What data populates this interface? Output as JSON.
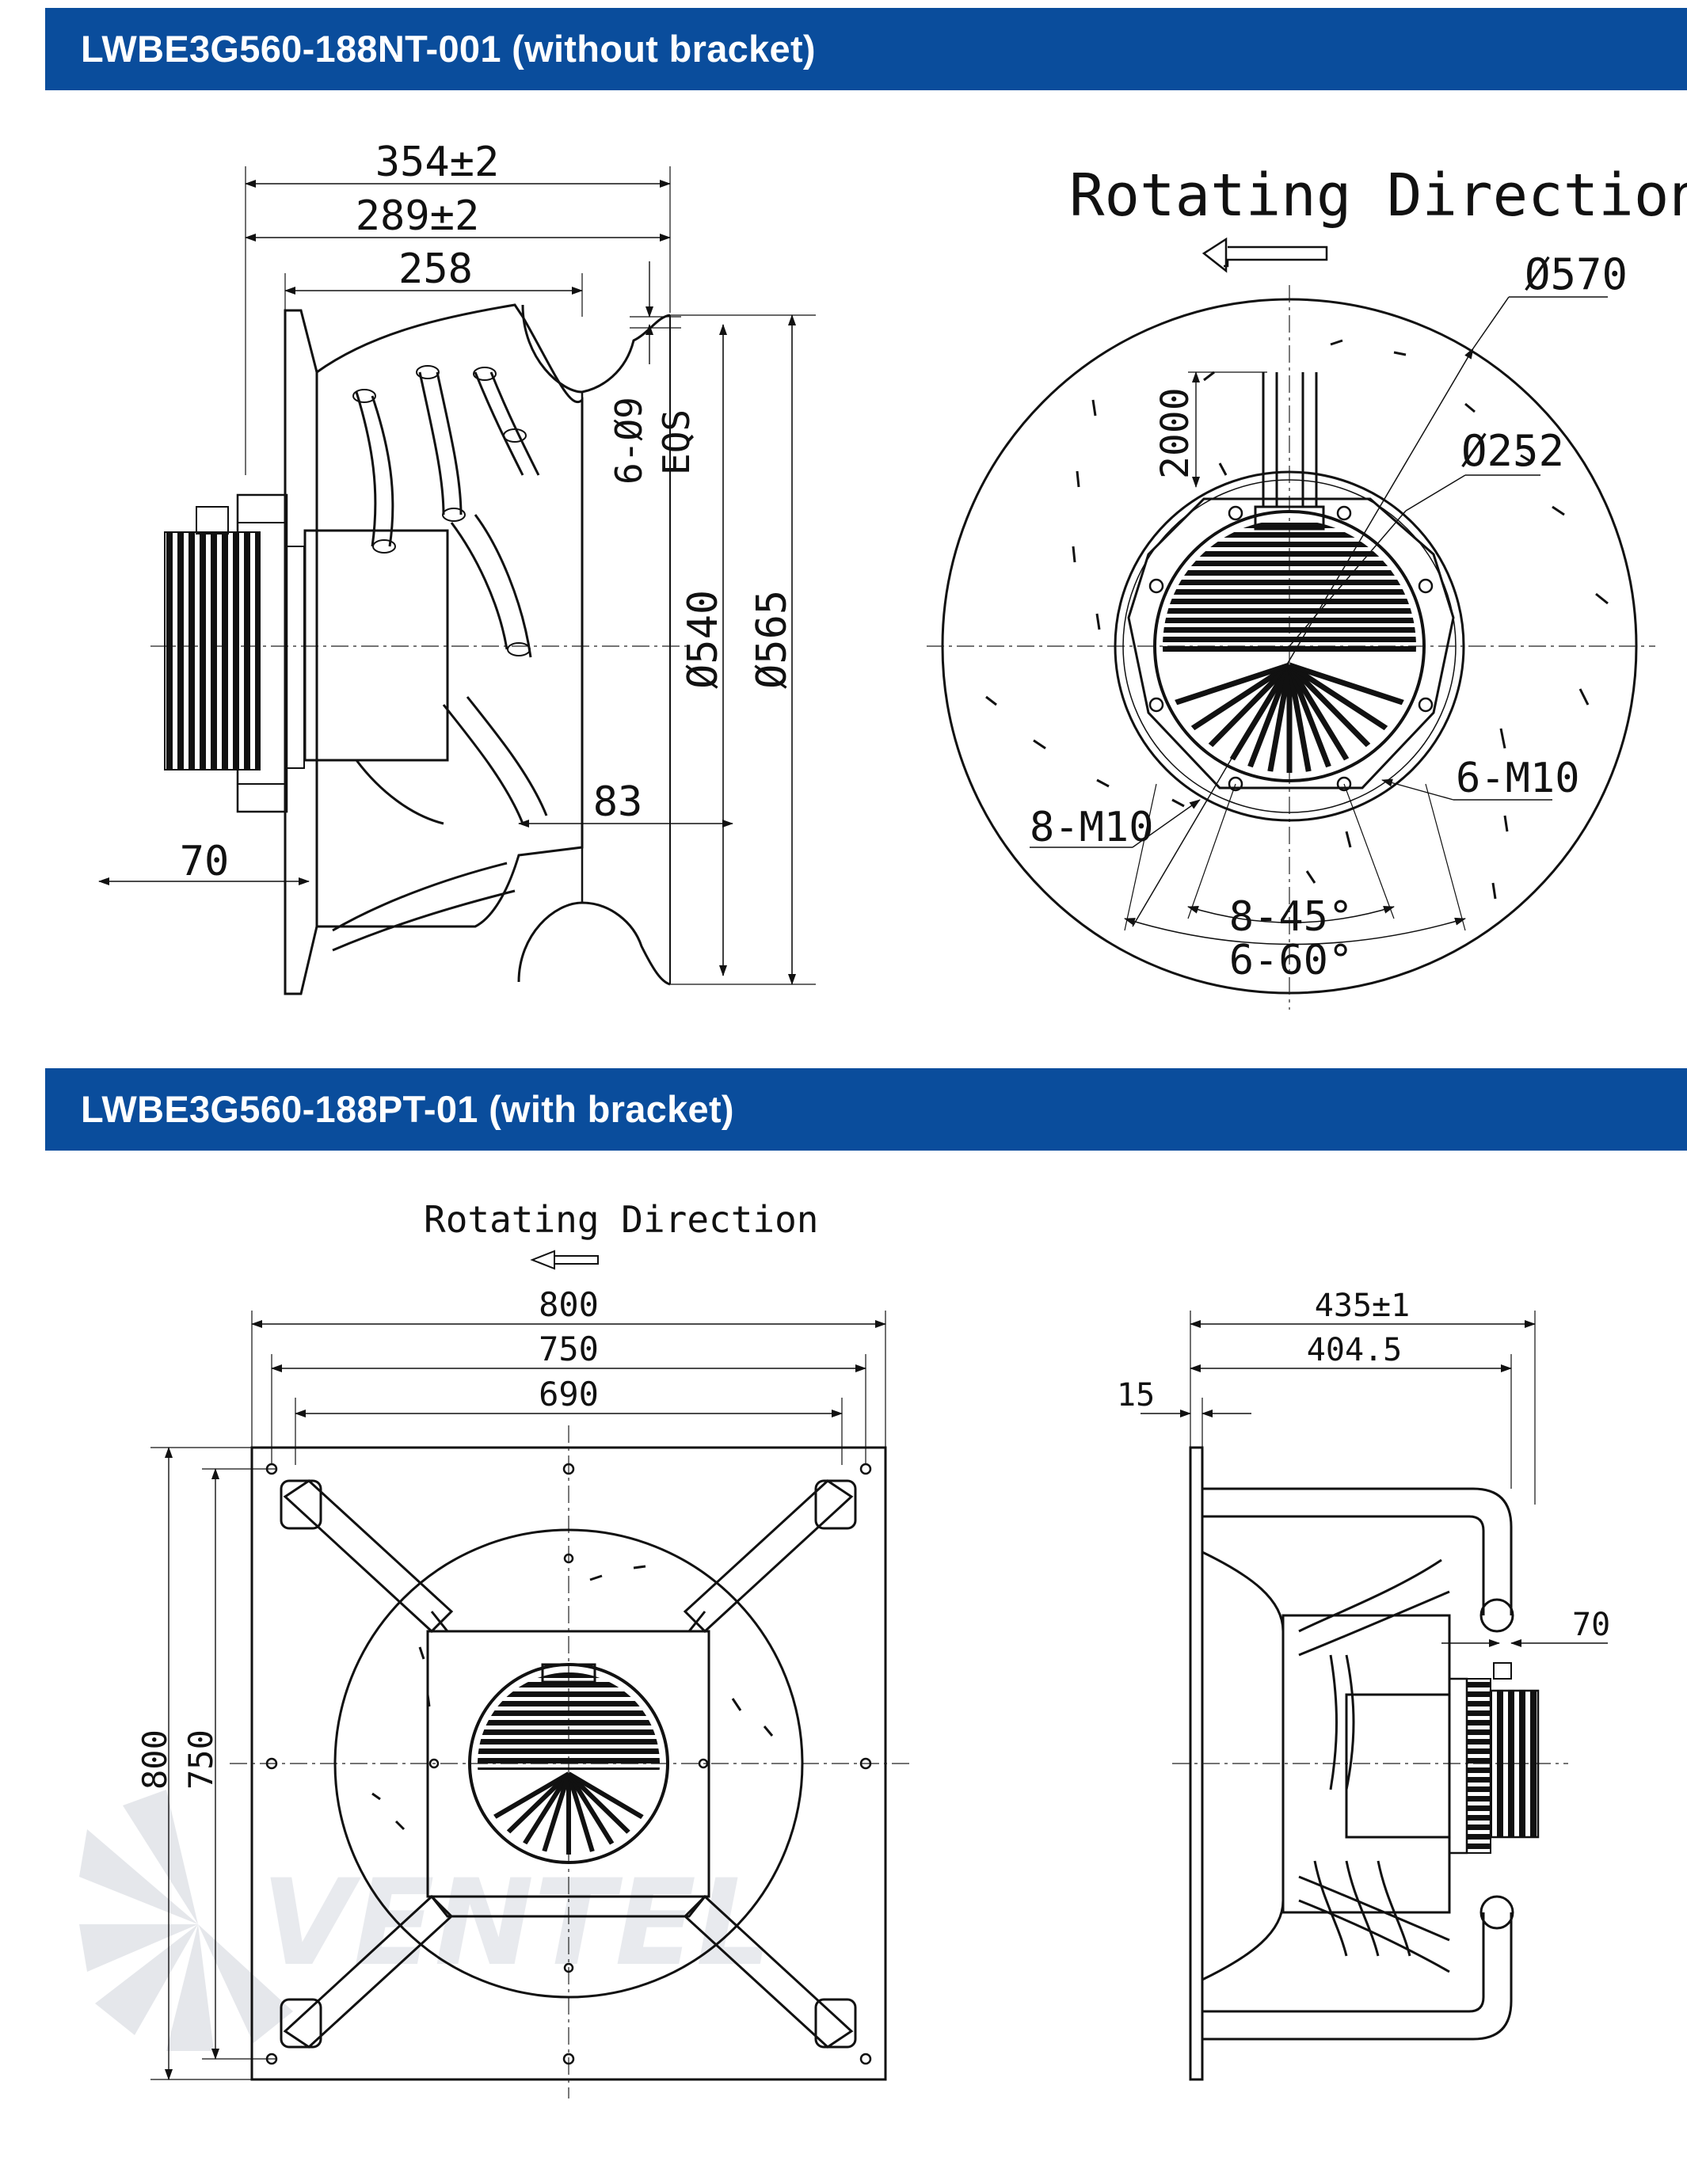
{
  "banners": {
    "top": "LWBE3G560-188NT-001 (without bracket)",
    "bottom": "LWBE3G560-188PT-01 (with bracket)"
  },
  "top_side_view": {
    "dim_354": "354±2",
    "dim_289": "289±2",
    "dim_258": "258",
    "dim_6d9": "6-Ø9",
    "dim_eqs": "EQS",
    "dim_540": "Ø540",
    "dim_565": "Ø565",
    "dim_83": "83",
    "dim_70": "70"
  },
  "top_front_view": {
    "rotating_label": "Rotating Direction",
    "dim_570": "Ø570",
    "dim_252": "Ø252",
    "dim_2000": "2000",
    "dim_6m10": "6-M10",
    "dim_8m10": "8-M10",
    "dim_8_45": "8-45°",
    "dim_6_60": "6-60°"
  },
  "bottom_front_view": {
    "rotating_label": "Rotating Direction",
    "dim_800_h": "800",
    "dim_750_h": "750",
    "dim_690_h": "690",
    "dim_800_v": "800",
    "dim_750_v": "750"
  },
  "bottom_side_view": {
    "dim_435": "435±1",
    "dim_404": "404.5",
    "dim_15": "15",
    "dim_70": "70"
  },
  "watermark": "VENTEL",
  "colors": {
    "banner": "#0a4d9c",
    "line": "#111111",
    "watermark": "#d9dce3"
  }
}
